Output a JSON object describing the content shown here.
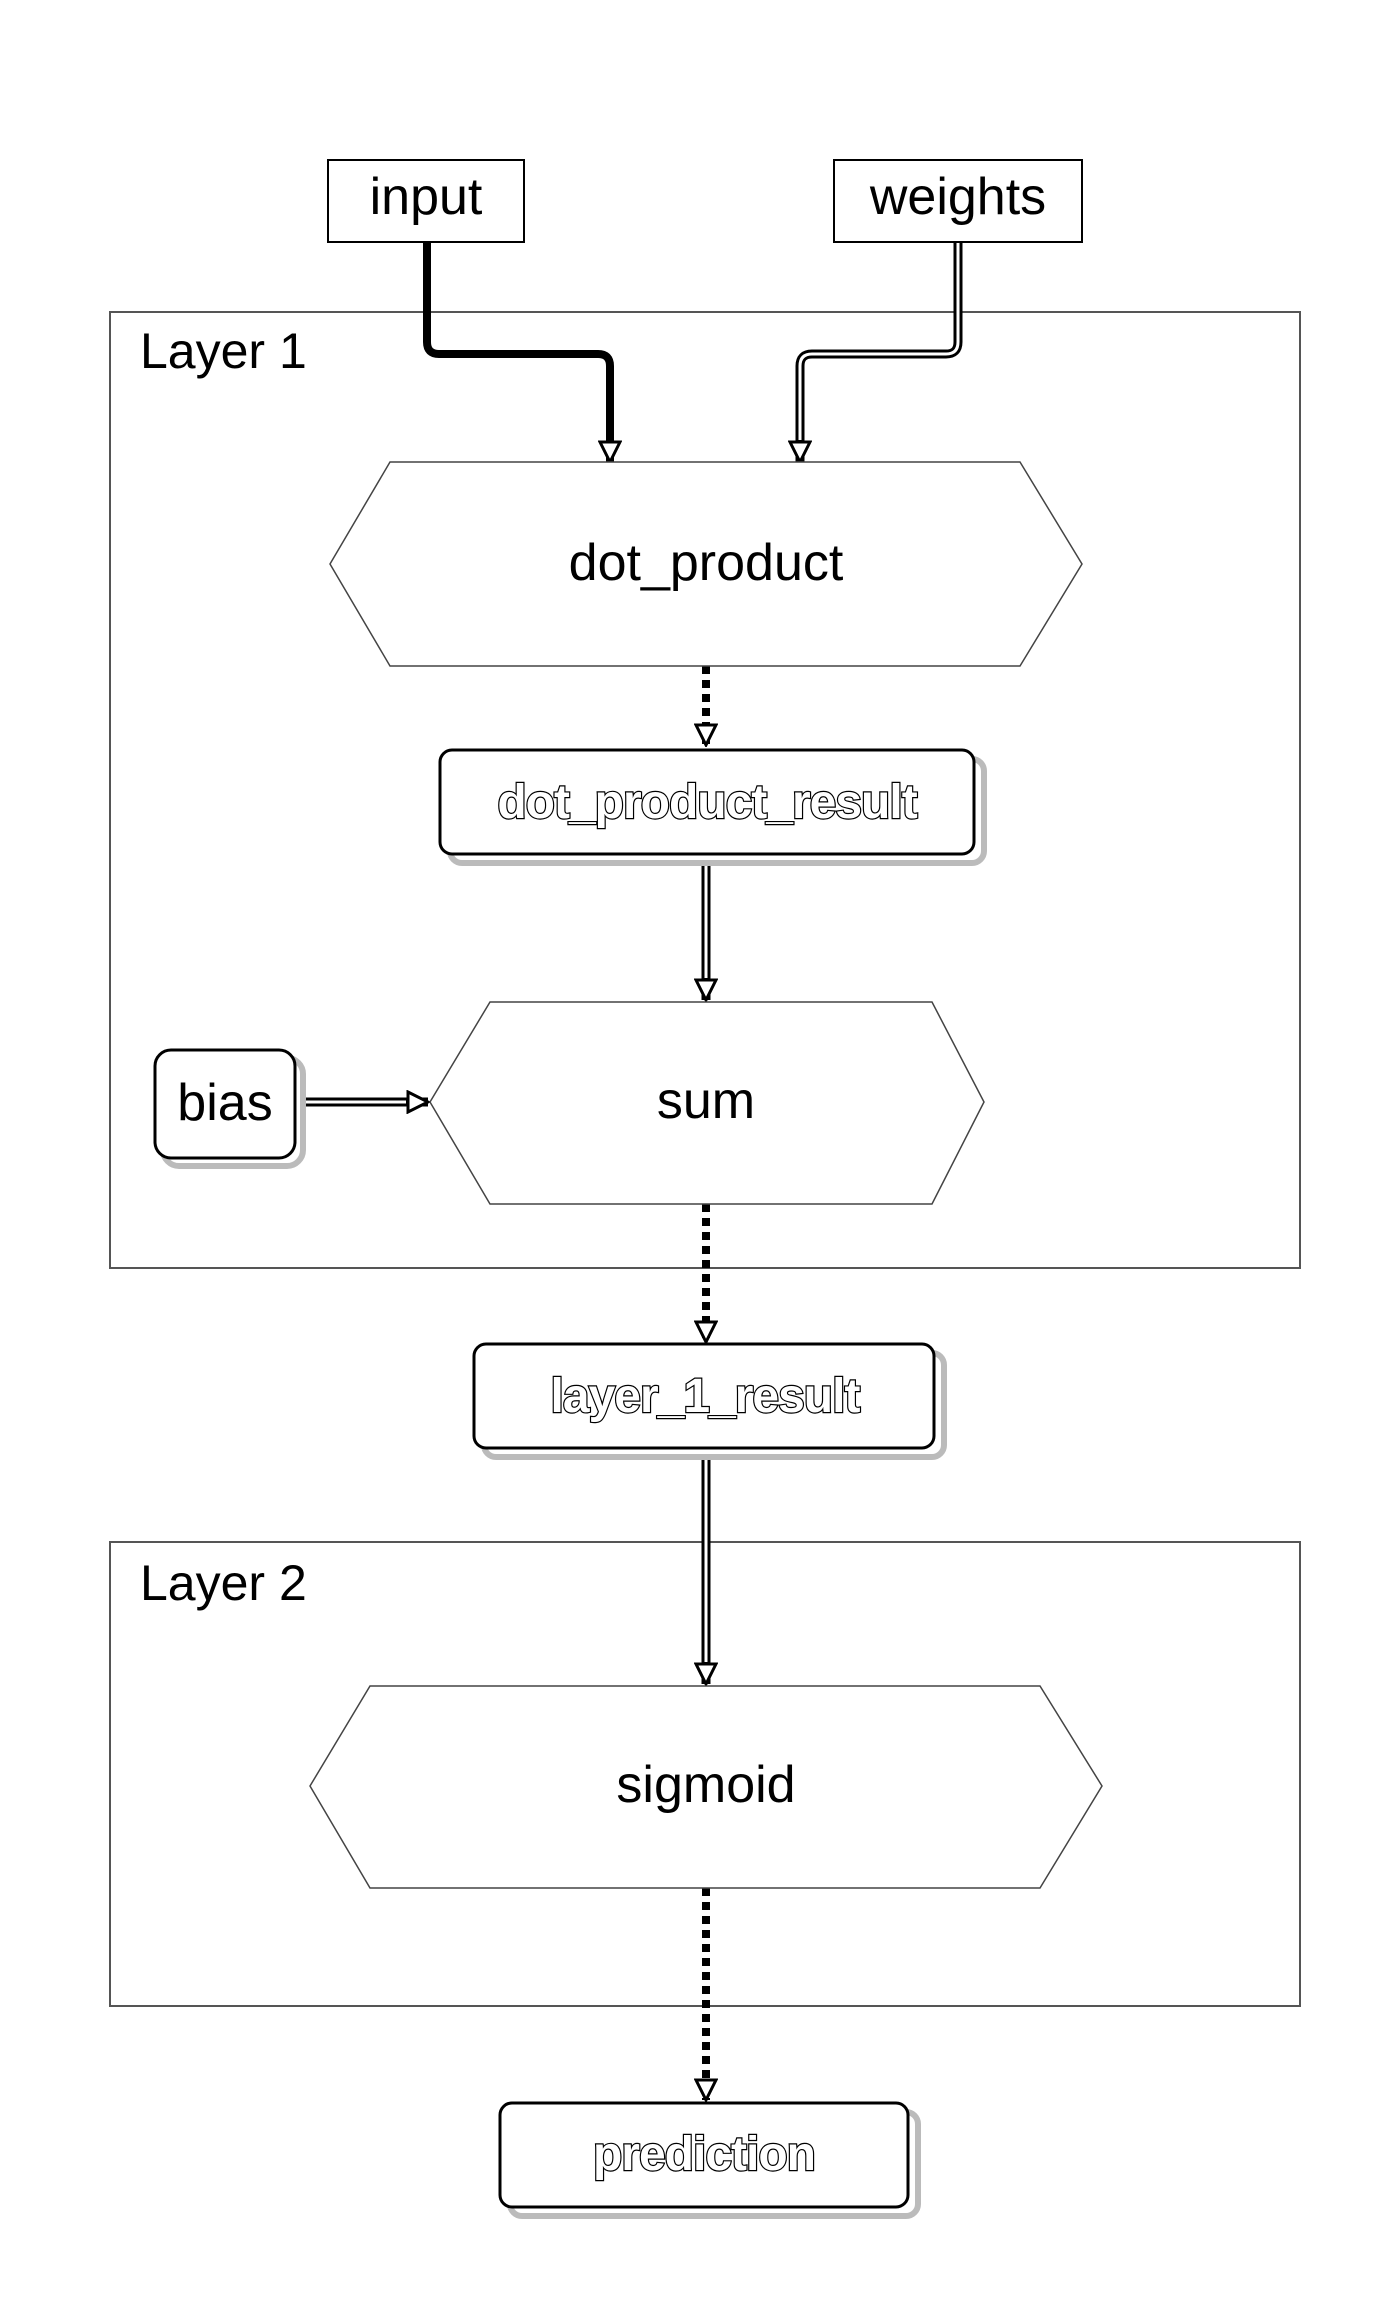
{
  "clusters": {
    "layer1": "Layer 1",
    "layer2": "Layer 2"
  },
  "nodes": {
    "input": "input",
    "weights": "weights",
    "dot_product": "dot_product",
    "dot_product_result": "dot_product_result",
    "bias": "bias",
    "sum": "sum",
    "layer_1_result": "layer_1_result",
    "sigmoid": "sigmoid",
    "prediction": "prediction"
  },
  "colors": {
    "stroke": "#000000",
    "cluster_stroke": "#555555",
    "background": "#ffffff"
  }
}
